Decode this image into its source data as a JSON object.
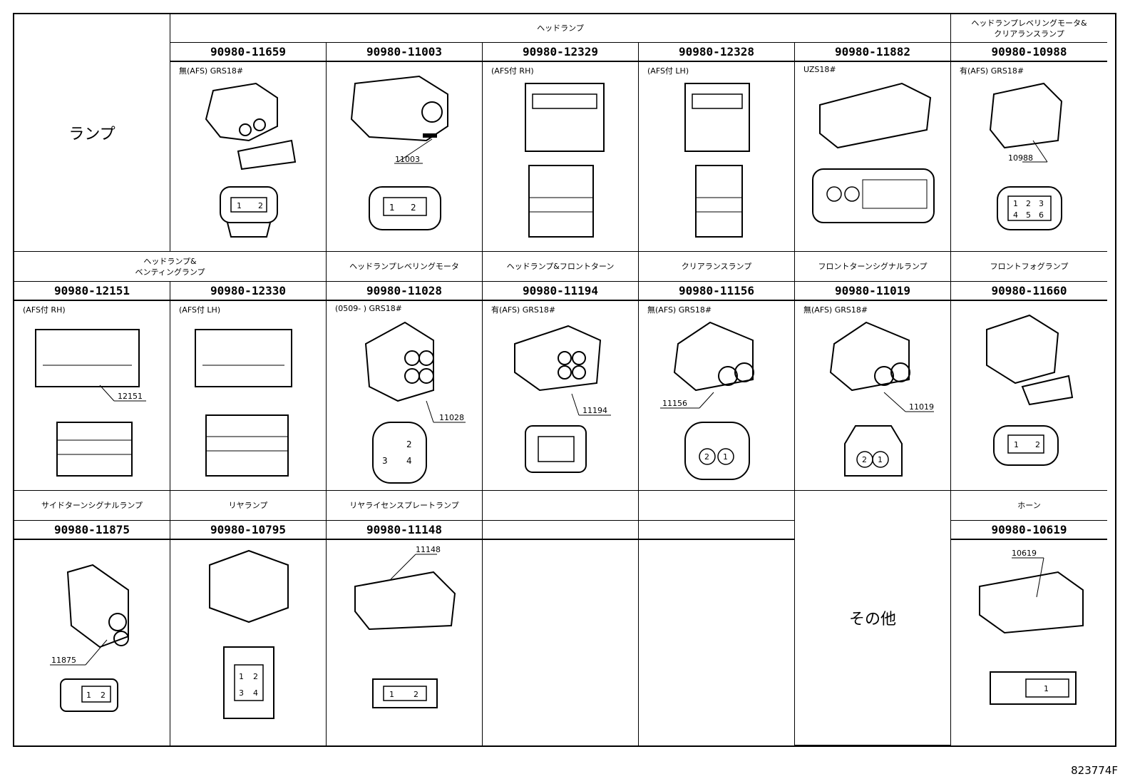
{
  "corner_label": "ランプ",
  "bottom_right_label": "その他",
  "figure_code": "823774F",
  "row1": {
    "group_title": "ヘッドランプ",
    "last_title": "ヘッドランプレベリングモータ&\nクリアランスランプ",
    "parts": [
      "90980-11659",
      "90980-11003",
      "90980-12329",
      "90980-12328",
      "90980-11882",
      "90980-10988"
    ],
    "notes": [
      "無(AFS) GRS18#",
      "",
      "(AFS付 RH)",
      "(AFS付 LH)",
      "UZS18#",
      "有(AFS) GRS18#"
    ],
    "callouts": [
      "",
      "11003",
      "",
      "",
      "",
      "10988"
    ]
  },
  "row2": {
    "titles": [
      "ヘッドランプ&\nベンティングランプ",
      "ヘッドランプレベリングモータ",
      "ヘッドランプ&フロントターン",
      "クリアランスランプ",
      "フロントターンシグナルランプ",
      "フロントフォグランプ"
    ],
    "parts": [
      "90980-12151",
      "90980-12330",
      "90980-11028",
      "90980-11194",
      "90980-11156",
      "90980-11019",
      "90980-11660"
    ],
    "notes": [
      "(AFS付 RH)",
      "(AFS付 LH)",
      "(0509-      ) GRS18#",
      "有(AFS) GRS18#",
      "無(AFS) GRS18#",
      "無(AFS) GRS18#",
      ""
    ],
    "callouts": [
      "12151",
      "",
      "11028",
      "11194",
      "11156",
      "11019",
      ""
    ]
  },
  "row3": {
    "titles": [
      "サイドターンシグナルランプ",
      "リヤランプ",
      "リヤライセンスプレートランプ",
      "",
      "",
      "",
      "ホーン"
    ],
    "parts": [
      "90980-11875",
      "90980-10795",
      "90980-11148",
      "",
      "",
      "",
      "90980-10619"
    ],
    "callouts": [
      "11875",
      "",
      "11148",
      "",
      "",
      "",
      "10619"
    ]
  },
  "pin_labels": {
    "two": [
      "1",
      "2"
    ],
    "two_rev": [
      "2",
      "1"
    ],
    "four": [
      "1",
      "2",
      "3",
      "4"
    ],
    "six": [
      "1",
      "2",
      "3",
      "4",
      "5",
      "6"
    ],
    "one": [
      "1"
    ]
  }
}
